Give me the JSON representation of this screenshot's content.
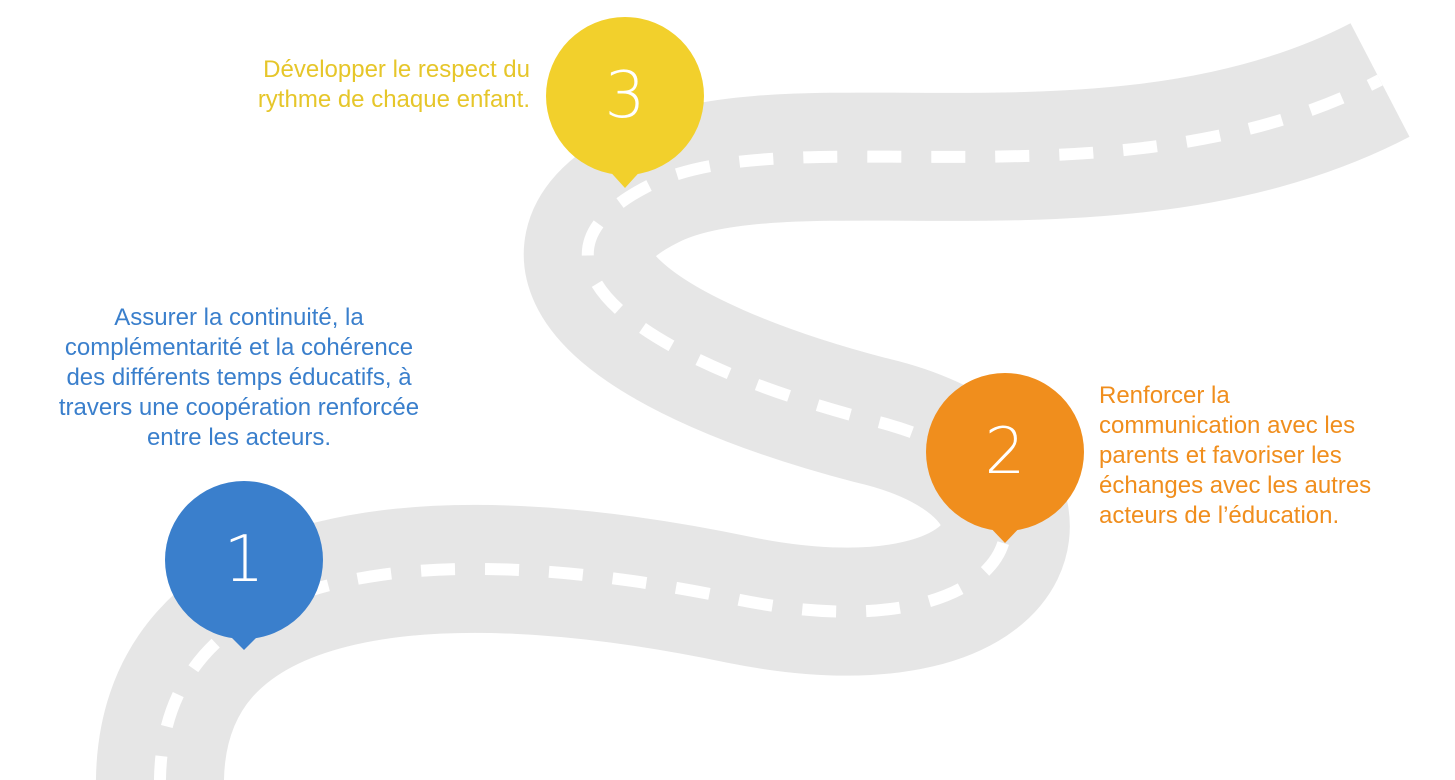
{
  "colors": {
    "road": "#e6e6e6",
    "dash": "#ffffff",
    "step1": "#3a7fcc",
    "step2": "#f08e1d",
    "step3": "#f2d02c"
  },
  "steps": [
    {
      "number": "1",
      "color": "#3a7fcc",
      "lines": [
        "Assurer la continuité, la",
        "complémentarité et la cohérence",
        "des différents temps éducatifs, à",
        "travers une coopération renforcée",
        "entre les acteurs."
      ]
    },
    {
      "number": "2",
      "color": "#f08e1d",
      "lines": [
        "Renforcer la",
        "communication avec les",
        "parents et favoriser les",
        "échanges avec les autres",
        "acteurs de l’éducation."
      ]
    },
    {
      "number": "3",
      "color": "#f2d02c",
      "lines": [
        "Développer le respect du",
        "rythme de chaque enfant."
      ]
    }
  ]
}
